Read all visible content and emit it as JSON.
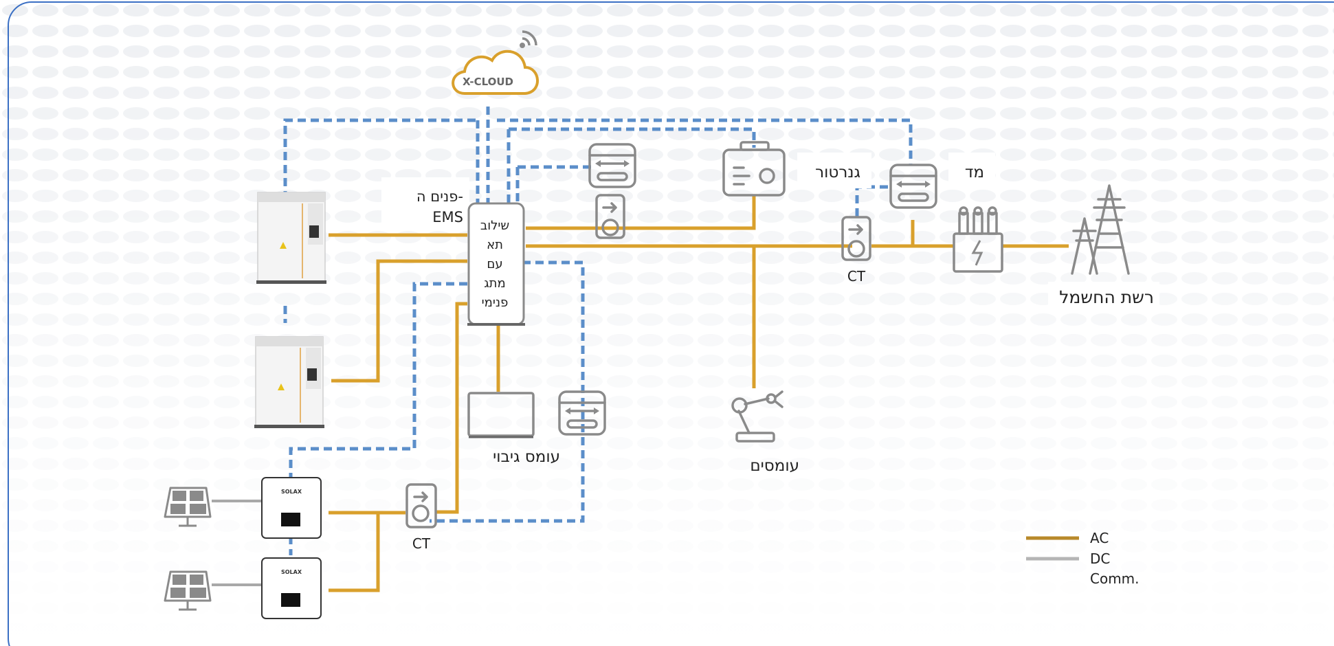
{
  "cloud": {
    "label": "X-CLOUD",
    "icon": "wifi-icon"
  },
  "ems": {
    "label_line1": "פנים ה-",
    "label_line2": "EMS"
  },
  "controller": {
    "lines": [
      "שילוב",
      "תא",
      "עם",
      "מתג",
      "פנימי"
    ]
  },
  "generator": {
    "label": "גנרטור"
  },
  "meter": {
    "label": "מד"
  },
  "ct_grid": {
    "label": "CT"
  },
  "ct_pv": {
    "label": "CT"
  },
  "grid": {
    "label": "רשת החשמל"
  },
  "loads": {
    "label": "עומסים"
  },
  "backup_load": {
    "label": "עומס גיבוי"
  },
  "inverter_brand": "SOLAX",
  "legend": {
    "items": [
      {
        "label": "AC",
        "color": "#b8892a"
      },
      {
        "label": "DC",
        "color": "#b5b5b5"
      },
      {
        "label": "Comm.",
        "color": "#5b8ec9"
      }
    ]
  },
  "colors": {
    "ac": "#d9a02c",
    "dc": "#a8a8a8",
    "comm": "#5b8ec9",
    "cloud": "#d9a02c",
    "frame": "#3a6fc4"
  }
}
